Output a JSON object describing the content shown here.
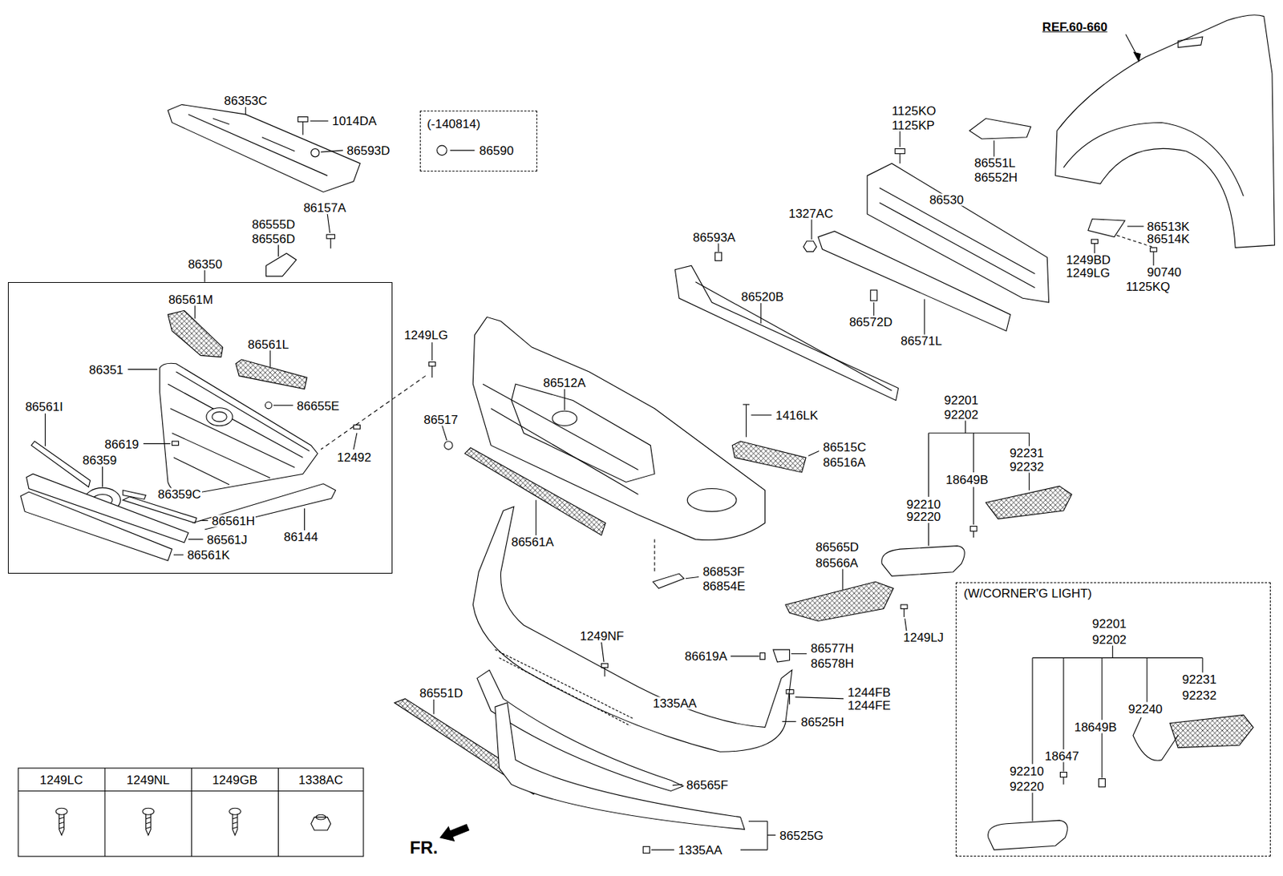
{
  "diagram": {
    "nodes": [
      {
        "text": [
          "86350"
        ]
      },
      {
        "text": [
          "(-140814)"
        ]
      },
      {
        "text": [
          "(W/CORNER'G LIGHT)"
        ]
      }
    ],
    "labels": [
      "REF.60-660",
      "86353C",
      "1014DA",
      "86593D",
      "86590",
      "86157A",
      "86555D",
      "86556D",
      "86561M",
      "86561L",
      "86351",
      "86655E",
      "86561I",
      "86619",
      "12492",
      "86359",
      "86359C",
      "86561H",
      "86144",
      "86561J",
      "86561K",
      "1249LG",
      "86517",
      "86512A",
      "1416LK",
      "86515C",
      "86516A",
      "86561A",
      "86853F",
      "86854E",
      "1125KO",
      "1125KP",
      "86551L",
      "86552H",
      "1327AC",
      "86530",
      "86593A",
      "86520B",
      "86572D",
      "86571L",
      "86513K",
      "86514K",
      "1249BD",
      "1249LG",
      "90740",
      "1125KQ",
      "92201",
      "92202",
      "92231",
      "92232",
      "18649B",
      "92210",
      "92220",
      "86565D",
      "86566A",
      "1249LJ",
      "1249NF",
      "86619A",
      "86577H",
      "86578H",
      "1244FB",
      "1244FE",
      "1335AA",
      "86525H",
      "86551D",
      "86565F",
      "86525G",
      "1335AA",
      "FR.",
      "1249LC",
      "1249NL",
      "1249GB",
      "1338AC",
      "92201",
      "92202",
      "92231",
      "92232",
      "92240",
      "18649B",
      "18647",
      "92210",
      "92220"
    ]
  }
}
